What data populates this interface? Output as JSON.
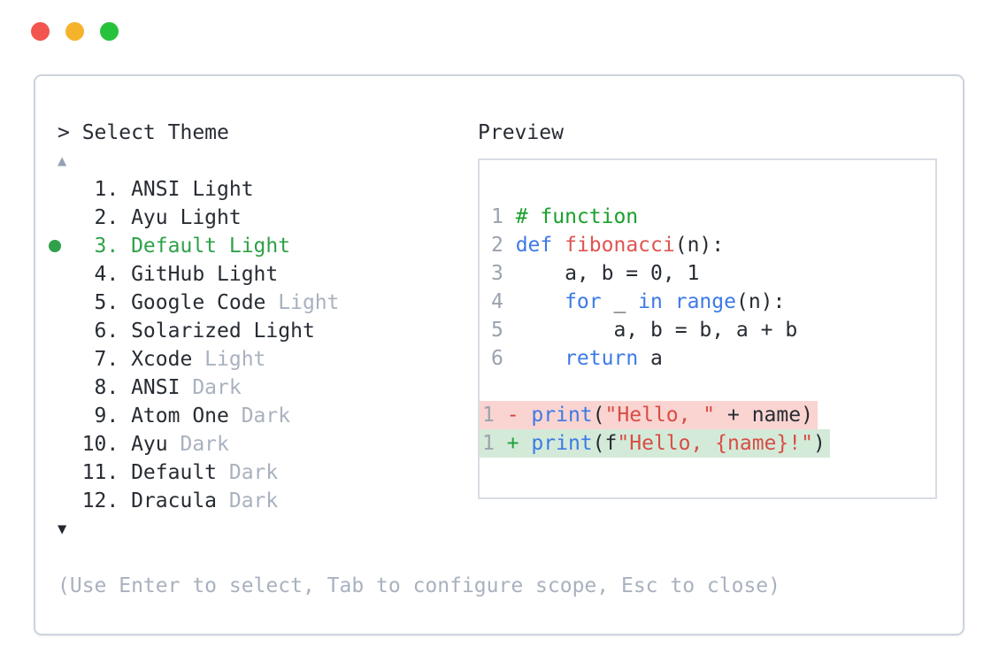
{
  "window": {
    "controls": [
      {
        "name": "close",
        "color": "#f2564e"
      },
      {
        "name": "minimize",
        "color": "#f5b32b"
      },
      {
        "name": "zoom",
        "color": "#27c23c"
      }
    ]
  },
  "theme_picker": {
    "prompt": "> Select Theme",
    "scroll_up_indicator": "▲",
    "scroll_down_indicator": "▼",
    "help_text": "(Use Enter to select, Tab to configure scope, Esc to close)",
    "items": [
      {
        "number": "1",
        "selected": false,
        "label_parts": [
          {
            "text": "ANSI Light",
            "muted": false
          }
        ]
      },
      {
        "number": "2",
        "selected": false,
        "label_parts": [
          {
            "text": "Ayu Light",
            "muted": false
          }
        ]
      },
      {
        "number": "3",
        "selected": true,
        "label_parts": [
          {
            "text": "Default Light",
            "muted": false
          }
        ]
      },
      {
        "number": "4",
        "selected": false,
        "label_parts": [
          {
            "text": "GitHub Light",
            "muted": false
          }
        ]
      },
      {
        "number": "5",
        "selected": false,
        "label_parts": [
          {
            "text": "Google Code ",
            "muted": false
          },
          {
            "text": "Light",
            "muted": true
          }
        ]
      },
      {
        "number": "6",
        "selected": false,
        "label_parts": [
          {
            "text": "Solarized Light",
            "muted": false
          }
        ]
      },
      {
        "number": "7",
        "selected": false,
        "label_parts": [
          {
            "text": "Xcode ",
            "muted": false
          },
          {
            "text": "Light",
            "muted": true
          }
        ]
      },
      {
        "number": "8",
        "selected": false,
        "label_parts": [
          {
            "text": "ANSI ",
            "muted": false
          },
          {
            "text": "Dark",
            "muted": true
          }
        ]
      },
      {
        "number": "9",
        "selected": false,
        "label_parts": [
          {
            "text": "Atom One ",
            "muted": false
          },
          {
            "text": "Dark",
            "muted": true
          }
        ]
      },
      {
        "number": "10",
        "selected": false,
        "label_parts": [
          {
            "text": "Ayu ",
            "muted": false
          },
          {
            "text": "Dark",
            "muted": true
          }
        ]
      },
      {
        "number": "11",
        "selected": false,
        "label_parts": [
          {
            "text": "Default ",
            "muted": false
          },
          {
            "text": "Dark",
            "muted": true
          }
        ]
      },
      {
        "number": "12",
        "selected": false,
        "label_parts": [
          {
            "text": "Dracula ",
            "muted": false
          },
          {
            "text": "Dark",
            "muted": true
          }
        ]
      }
    ]
  },
  "preview": {
    "title": "Preview",
    "code_lines": [
      {
        "number": "1",
        "tokens": [
          {
            "text": "# function",
            "style": "comment"
          }
        ]
      },
      {
        "number": "2",
        "tokens": [
          {
            "text": "def",
            "style": "keyword"
          },
          {
            "text": " ",
            "style": "plain"
          },
          {
            "text": "fibonacci",
            "style": "function"
          },
          {
            "text": "(n):",
            "style": "plain"
          }
        ]
      },
      {
        "number": "3",
        "tokens": [
          {
            "text": "    a, b = 0, 1",
            "style": "plain"
          }
        ]
      },
      {
        "number": "4",
        "tokens": [
          {
            "text": "    ",
            "style": "plain"
          },
          {
            "text": "for",
            "style": "keyword"
          },
          {
            "text": " _ ",
            "style": "plain"
          },
          {
            "text": "in",
            "style": "keyword"
          },
          {
            "text": " ",
            "style": "plain"
          },
          {
            "text": "range",
            "style": "keyword"
          },
          {
            "text": "(n):",
            "style": "plain"
          }
        ]
      },
      {
        "number": "5",
        "tokens": [
          {
            "text": "        a, b = b, a + b",
            "style": "plain"
          }
        ]
      },
      {
        "number": "6",
        "tokens": [
          {
            "text": "    ",
            "style": "plain"
          },
          {
            "text": "return",
            "style": "keyword"
          },
          {
            "text": " a",
            "style": "plain"
          }
        ]
      }
    ],
    "diff_lines": [
      {
        "number": "1",
        "sign": "-",
        "type": "removed",
        "tokens": [
          {
            "text": "print",
            "style": "keyword"
          },
          {
            "text": "(",
            "style": "plain"
          },
          {
            "text": "\"Hello, \"",
            "style": "string"
          },
          {
            "text": " + name)",
            "style": "plain"
          }
        ]
      },
      {
        "number": "1",
        "sign": "+",
        "type": "added",
        "tokens": [
          {
            "text": "print",
            "style": "keyword"
          },
          {
            "text": "(f",
            "style": "plain"
          },
          {
            "text": "\"Hello, {name}!\"",
            "style": "string"
          },
          {
            "text": ")",
            "style": "plain"
          }
        ]
      }
    ]
  },
  "colors": {
    "text-dark": "#272c33",
    "text-muted": "#a9b1bf",
    "line-num": "#9aa2ae",
    "accent-green": "#2ea149",
    "comment": "#1aa02c",
    "keyword": "#3d7ae5",
    "function": "#e05452",
    "string": "#d94c45",
    "diff-minus": "#d8403c",
    "diff-plus": "#21a03c",
    "removed-bg": "#f9d4d1",
    "added-bg": "#d4ead9",
    "panel-border": "#ccd3de",
    "box-border": "#d9dce4",
    "tl-red": "#f2564e",
    "tl-yellow": "#f5b32b",
    "tl-green": "#27c23c",
    "arrow-up": "#96a2b4",
    "arrow-down": "#22272e"
  }
}
